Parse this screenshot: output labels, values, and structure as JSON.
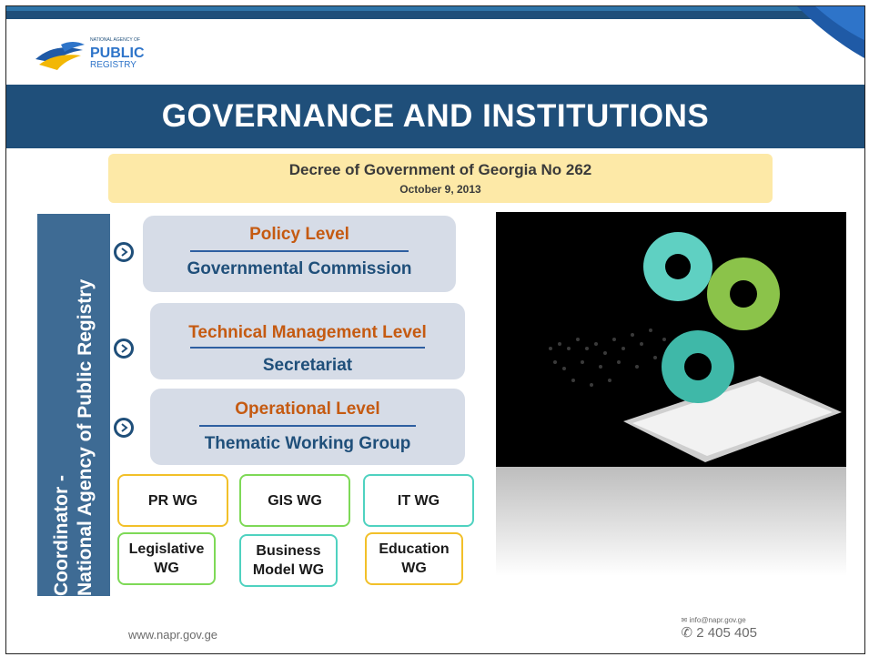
{
  "header": {
    "logo_text": "PUBLIC REGISTRY",
    "logo_small": "NATIONAL AGENCY OF",
    "title": "GOVERNANCE AND INSTITUTIONS"
  },
  "decree": {
    "line1": "Decree of Government of Georgia No 262",
    "line2": "October  9, 2013"
  },
  "coordinator": {
    "text": "Coordinator -\nNational Agency of Public Registry"
  },
  "levels": [
    {
      "label": "Policy Level",
      "sub": "Governmental Commission"
    },
    {
      "label": "Technical Management Level",
      "sub": "Secretariat"
    },
    {
      "label": "Operational Level",
      "sub": "Thematic  Working Group"
    }
  ],
  "working_groups": [
    {
      "label": "PR WG",
      "color": "yellow"
    },
    {
      "label": "GIS WG",
      "color": "green"
    },
    {
      "label": "IT WG",
      "color": "teal"
    },
    {
      "label": "Legislative WG",
      "color": "green"
    },
    {
      "label": "Business Model WG",
      "color": "teal"
    },
    {
      "label": "Education WG",
      "color": "yellow"
    }
  ],
  "footer": {
    "website": "www.napr.gov.ge",
    "email": "info@napr.gov.ge",
    "phone": "2 405 405"
  },
  "colors": {
    "header_band": "#1f4f7a",
    "accent_orange": "#c55a11",
    "decree_bg": "#fde9a7",
    "level_bg": "#d6dce7"
  }
}
